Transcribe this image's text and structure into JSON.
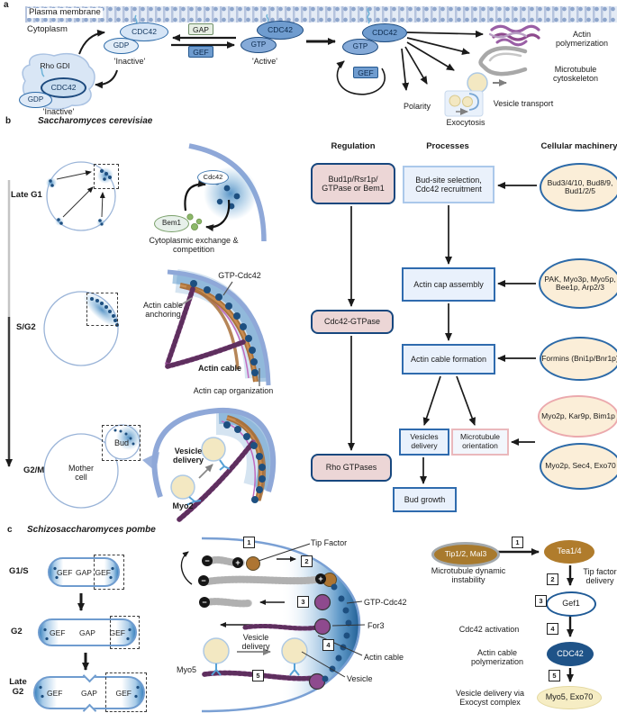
{
  "panel_a": {
    "tag": "a",
    "plasma_membrane": "Plasma membrane",
    "cytoplasm": "Cytoplasm",
    "cdc42": "CDC42",
    "gdp": "GDP",
    "gtp": "GTP",
    "gap": "GAP",
    "gef": "GEF",
    "inactive": "'Inactive'",
    "active": "'Active'",
    "rho_gdi": "Rho GDI",
    "outputs": {
      "actin": "Actin polymerization",
      "microtubule": "Microtubule cytoskeleton",
      "polarity": "Polarity",
      "exocytosis": "Exocytosis",
      "vesicle": "Vesicle transport"
    }
  },
  "panel_b": {
    "tag": "b",
    "title": "Saccharomyces cerevisiae",
    "stage_late_g1": "Late G1",
    "stage_s_g2": "S/G2",
    "stage_g2_m": "G2/M",
    "cdc42": "Cdc42",
    "bem1": "Bem1",
    "cytoplasmic_exchange": "Cytoplasmic exchange & competition",
    "gtp_cdc42": "GTP-Cdc42",
    "actin_cable_anchoring": "Actin cable anchoring",
    "actin_cable": "Actin cable",
    "actin_cap_organization": "Actin cap organization",
    "mother_cell": "Mother cell",
    "bud": "Bud",
    "vesicle_delivery": "Vesicle delivery",
    "myo2": "Myo2",
    "flow": {
      "header_regulation": "Regulation",
      "header_processes": "Processes",
      "header_machinery": "Cellular machinery",
      "reg_bud1p": "Bud1p/Rsr1p/ GTPase or Bem1",
      "reg_cdc42_gtpase": "Cdc42-GTPase",
      "reg_rho_gtpases": "Rho GTPases",
      "proc_bud_site": "Bud-site selection, Cdc42 recruitment",
      "proc_actin_cap": "Actin cap assembly",
      "proc_actin_cable": "Actin cable formation",
      "proc_vesicles": "Vesicles delivery",
      "proc_microtubule": "Microtubule orientation",
      "proc_bud_growth": "Bud growth",
      "mach_bud": "Bud3/4/10, Bud8/9, Bud1/2/5",
      "mach_pak": "PAK, Myo3p, Myo5p, Bee1p, Arp2/3",
      "mach_formins": "Formins (Bni1p/Bnr1p)",
      "mach_myo2p_kar9p": "Myo2p, Kar9p, Bim1p",
      "mach_myo2p_sec4": "Myo2p, Sec4, Exo70"
    }
  },
  "panel_c": {
    "tag": "c",
    "title": "Schizosaccharomyces pombe",
    "stage_g1_s": "G1/S",
    "stage_g2": "G2",
    "stage_late_g2": "Late G2",
    "gef": "GEF",
    "gap": "GAP",
    "steps": [
      "1",
      "2",
      "3",
      "4",
      "5"
    ],
    "minus": "−",
    "plus": "+",
    "tip_factor": "Tip Factor",
    "gtp_cdc42": "GTP-Cdc42",
    "for3": "For3",
    "actin_cable": "Actin cable",
    "vesicle": "Vesicle",
    "vesicle_delivery": "Vesicle delivery",
    "myo5": "Myo5",
    "pathway": {
      "tip12_mal3": "Tip1/2, Mal3",
      "tea14": "Tea1/4",
      "microtubule_instability": "Microtubule dynamic instability",
      "tip_factor_delivery": "Tip factor delivery",
      "gef1": "Gef1",
      "cdc42_activation": "Cdc42 activation",
      "cdc42": "CDC42",
      "actin_polymerization": "Actin cable polymerization",
      "myo5_exo70": "Myo5, Exo70",
      "vesicle_delivery_exocyst": "Vesicle delivery via Exocyst complex"
    }
  },
  "colors": {
    "membrane_blue": "#8ea6cc",
    "inactive_fill": "#d6e5f6",
    "active_fill": "#6f9ccf",
    "gap_green": "#6f8f68",
    "regulation_pink": "#ecd6d6",
    "process_blue": "#e9f1fc",
    "machinery_tan": "#fbeed8",
    "actin_purple": "#8e4a8e",
    "cable_brown": "#a9713b",
    "vesicle_yellow": "#f3e8c2",
    "cdc42_navy": "#1f5388",
    "tipfactor_brown": "#ad7532"
  }
}
